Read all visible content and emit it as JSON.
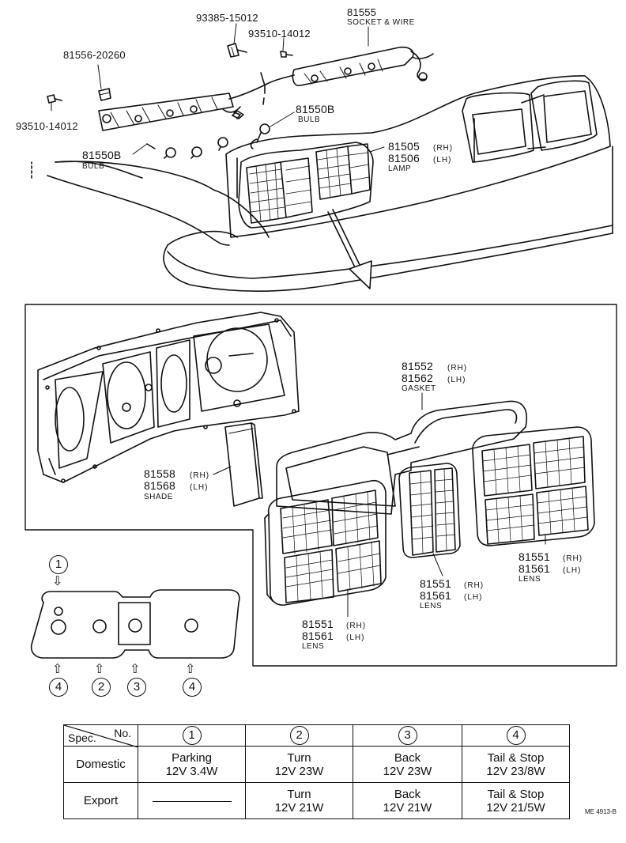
{
  "top_labels": {
    "socket_wire_no": "81555",
    "socket_wire_name": "SOCKET & WIRE",
    "screw_a": "93385-15012",
    "screw_b": "93510-14012",
    "clip": "81556-20260",
    "screw_c": "93510-14012",
    "bulb_upper_no": "81550B",
    "bulb_upper_name": "BULB",
    "bulb_lower_no": "81550B",
    "bulb_lower_name": "BULB",
    "lamp_rh_no": "81505",
    "lamp_rh_side": "(RH)",
    "lamp_lh_no": "81506",
    "lamp_lh_side": "(LH)",
    "lamp_name": "LAMP"
  },
  "detail_labels": {
    "gasket_rh_no": "81552",
    "gasket_rh_side": "(RH)",
    "gasket_lh_no": "81562",
    "gasket_lh_side": "(LH)",
    "gasket_name": "GASKET",
    "shade_rh_no": "81558",
    "shade_rh_side": "(RH)",
    "shade_lh_no": "81568",
    "shade_lh_side": "(LH)",
    "shade_name": "SHADE",
    "lens_right_rh_no": "81551",
    "lens_right_rh_side": "(RH)",
    "lens_right_lh_no": "81561",
    "lens_right_lh_side": "(LH)",
    "lens_right_name": "LENS",
    "lens_mid_rh_no": "81551",
    "lens_mid_rh_side": "(RH)",
    "lens_mid_lh_no": "81561",
    "lens_mid_lh_side": "(LH)",
    "lens_mid_name": "LENS",
    "lens_left_rh_no": "81551",
    "lens_left_rh_side": "(RH)",
    "lens_left_lh_no": "81561",
    "lens_left_lh_side": "(LH)",
    "lens_left_name": "LENS"
  },
  "position_key": {
    "top_marker": "1",
    "bottom_markers": [
      "4",
      "2",
      "3",
      "4"
    ]
  },
  "spec_table": {
    "header_no": "No.",
    "header_spec": "Spec.",
    "columns": [
      "1",
      "2",
      "3",
      "4"
    ],
    "rows": [
      {
        "label": "Domestic",
        "cells": [
          {
            "line1": "Parking",
            "line2": "12V 3.4W"
          },
          {
            "line1": "Turn",
            "line2": "12V 23W"
          },
          {
            "line1": "Back",
            "line2": "12V 23W"
          },
          {
            "line1": "Tail & Stop",
            "line2": "12V 23/8W"
          }
        ]
      },
      {
        "label": "Export",
        "cells": [
          {
            "line1": "",
            "line2": ""
          },
          {
            "line1": "Turn",
            "line2": "12V 21W"
          },
          {
            "line1": "Back",
            "line2": "12V 21W"
          },
          {
            "line1": "Tail & Stop",
            "line2": "12V 21/5W"
          }
        ]
      }
    ]
  },
  "drawing_code": "ME 4913-B"
}
